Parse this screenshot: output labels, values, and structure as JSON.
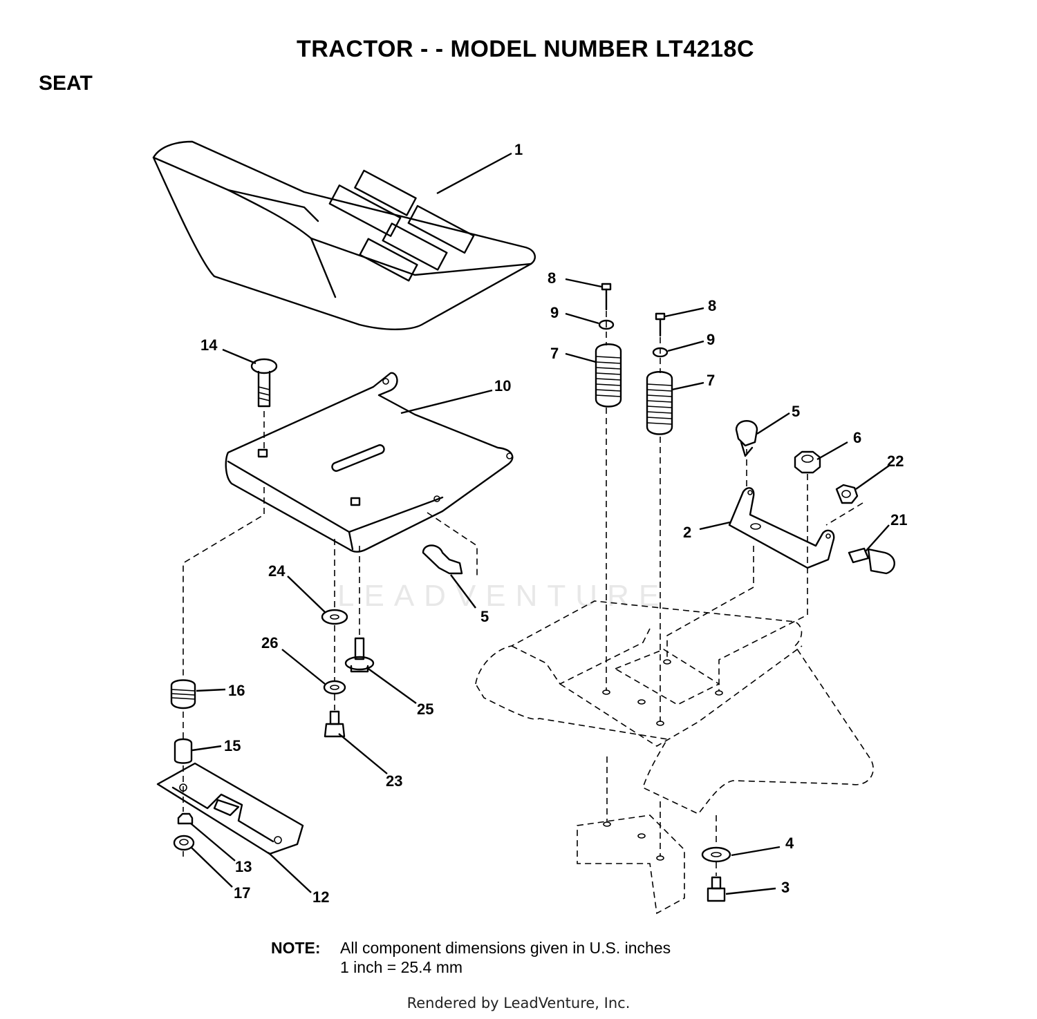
{
  "title": "TRACTOR - - MODEL NUMBER LT4218C",
  "section": "SEAT",
  "callouts": {
    "c1": "1",
    "c2": "2",
    "c3": "3",
    "c4": "4",
    "c5a": "5",
    "c5b": "5",
    "c6": "6",
    "c7a": "7",
    "c7b": "7",
    "c8a": "8",
    "c8b": "8",
    "c9a": "9",
    "c9b": "9",
    "c10": "10",
    "c12": "12",
    "c13": "13",
    "c14": "14",
    "c15": "15",
    "c16": "16",
    "c17": "17",
    "c21": "21",
    "c22": "22",
    "c23": "23",
    "c24": "24",
    "c25": "25",
    "c26": "26"
  },
  "note": {
    "label": "NOTE:",
    "line1": "All component  dimensions given in U.S. inches",
    "line2": "1 inch = 25.4 mm"
  },
  "watermark": "LEADVENTURE",
  "footer": "Rendered by LeadVenture, Inc."
}
